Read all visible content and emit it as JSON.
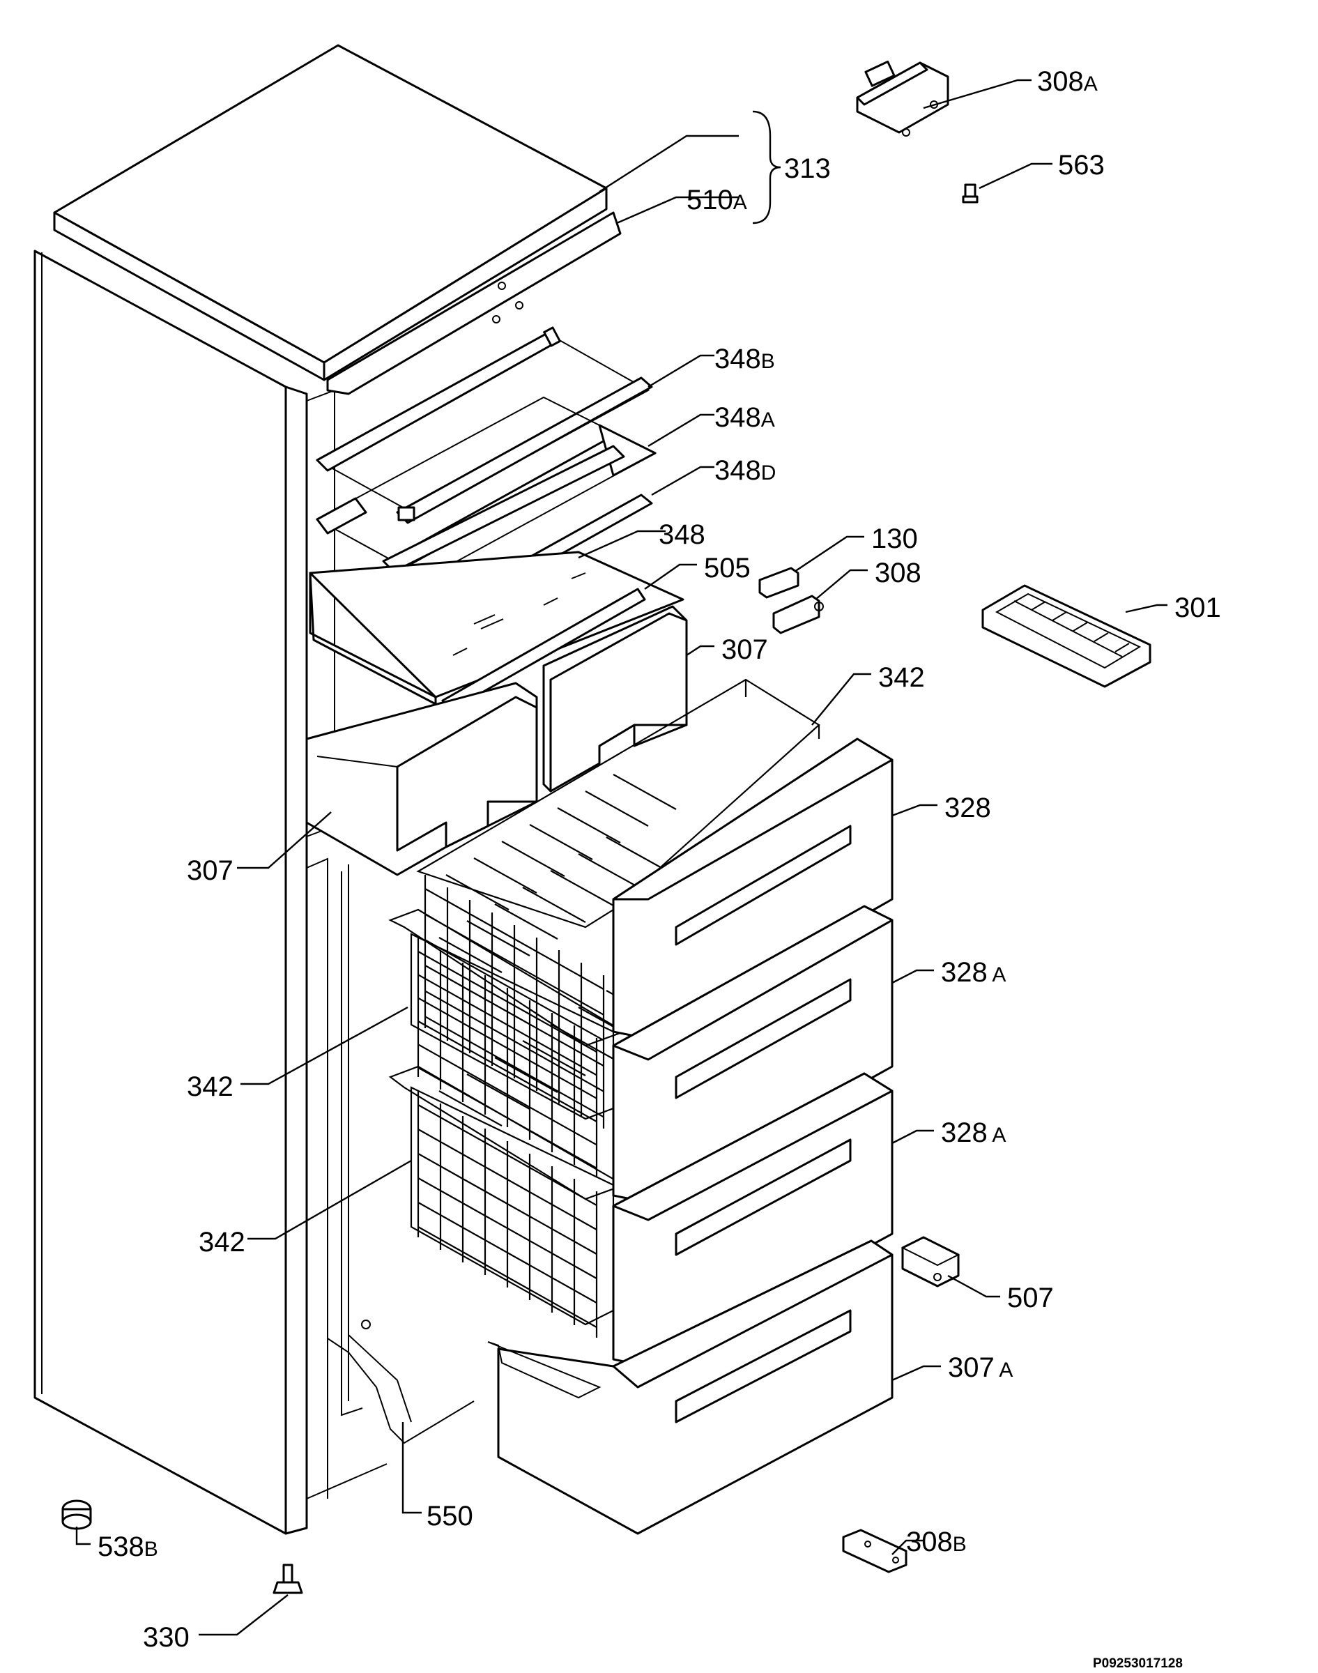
{
  "labels": {
    "l308A": {
      "num": "308",
      "suffix": "A"
    },
    "l563": {
      "num": "563",
      "suffix": ""
    },
    "l313": {
      "num": "313",
      "suffix": ""
    },
    "l510A": {
      "num": "510",
      "suffix": "A"
    },
    "l348B": {
      "num": "348",
      "suffix": "B"
    },
    "l348A": {
      "num": "348",
      "suffix": "A"
    },
    "l348D": {
      "num": "348",
      "suffix": "D"
    },
    "l348": {
      "num": "348",
      "suffix": ""
    },
    "l505": {
      "num": "505",
      "suffix": ""
    },
    "l130": {
      "num": "130",
      "suffix": ""
    },
    "l308": {
      "num": "308",
      "suffix": ""
    },
    "l301": {
      "num": "301",
      "suffix": ""
    },
    "l307top": {
      "num": "307",
      "suffix": ""
    },
    "l342top": {
      "num": "342",
      "suffix": ""
    },
    "l328": {
      "num": "328",
      "suffix": ""
    },
    "l307left": {
      "num": "307",
      "suffix": ""
    },
    "l328A1": {
      "num": "328",
      "suffix": " A"
    },
    "l342mid": {
      "num": "342",
      "suffix": ""
    },
    "l328A2": {
      "num": "328",
      "suffix": " A"
    },
    "l342low": {
      "num": "342",
      "suffix": ""
    },
    "l507": {
      "num": "507",
      "suffix": ""
    },
    "l307A": {
      "num": "307",
      "suffix": " A"
    },
    "l550": {
      "num": "550",
      "suffix": ""
    },
    "l538B": {
      "num": "538",
      "suffix": "B"
    },
    "l308B": {
      "num": "308",
      "suffix": "B"
    },
    "l330": {
      "num": "330",
      "suffix": ""
    }
  },
  "reference_code": "P09253017128"
}
